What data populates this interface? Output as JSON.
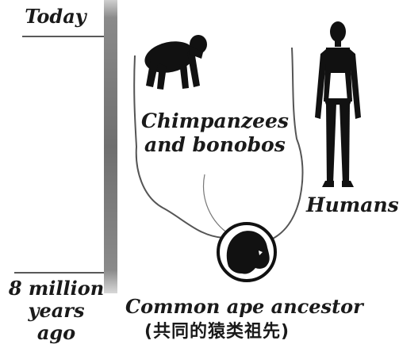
{
  "timeline": {
    "top_label": "Today",
    "bottom_label": [
      "8 million",
      "years",
      "ago"
    ]
  },
  "branches": {
    "chimpanzees": [
      "Chimpanzees",
      "and bonobos"
    ],
    "humans": "Humans"
  },
  "ancestor": {
    "label": "Common ape ancestor",
    "label_cn": "(共同的猿类祖先)"
  },
  "colors": {
    "text": "#1a1a1a",
    "timeline_bar": "#7a7a7a",
    "silhouette": "#111111",
    "branch_line": "#555555"
  },
  "icons": [
    "chimpanzee-silhouette-icon",
    "human-silhouette-icon",
    "ancestor-head-icon"
  ]
}
